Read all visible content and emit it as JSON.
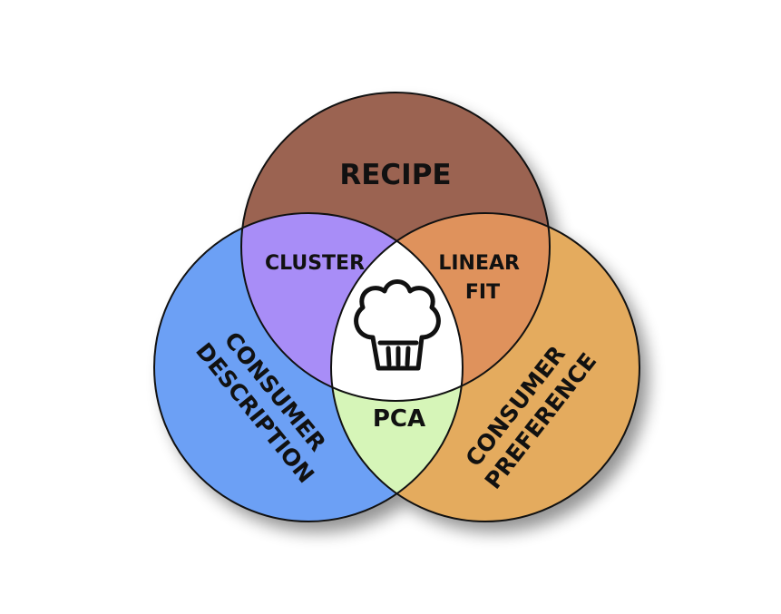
{
  "diagram": {
    "type": "venn",
    "sets": [
      {
        "id": "recipe",
        "label": "RECIPE",
        "color": "#9b6351"
      },
      {
        "id": "consumer_description",
        "label_lines": [
          "CONSUMER",
          "DESCRIPTION"
        ],
        "color": "#6ca0f5"
      },
      {
        "id": "consumer_preference",
        "label_lines": [
          "CONSUMER",
          "PREFERENCE"
        ],
        "color": "#e4ab5e"
      }
    ],
    "intersections": [
      {
        "sets": [
          "recipe",
          "consumer_description"
        ],
        "label_lines": [
          "CLUSTER"
        ],
        "color": "#a88df7"
      },
      {
        "sets": [
          "recipe",
          "consumer_preference"
        ],
        "label_lines": [
          "LINEAR",
          "FIT"
        ],
        "color": "#df925c"
      },
      {
        "sets": [
          "consumer_description",
          "consumer_preference"
        ],
        "label_lines": [
          "PCA"
        ],
        "color": "#d6f5b8"
      },
      {
        "sets": [
          "recipe",
          "consumer_description",
          "consumer_preference"
        ],
        "icon": "chef-hat-icon",
        "color": "#ffffff"
      }
    ],
    "outline_color": "#111111"
  }
}
